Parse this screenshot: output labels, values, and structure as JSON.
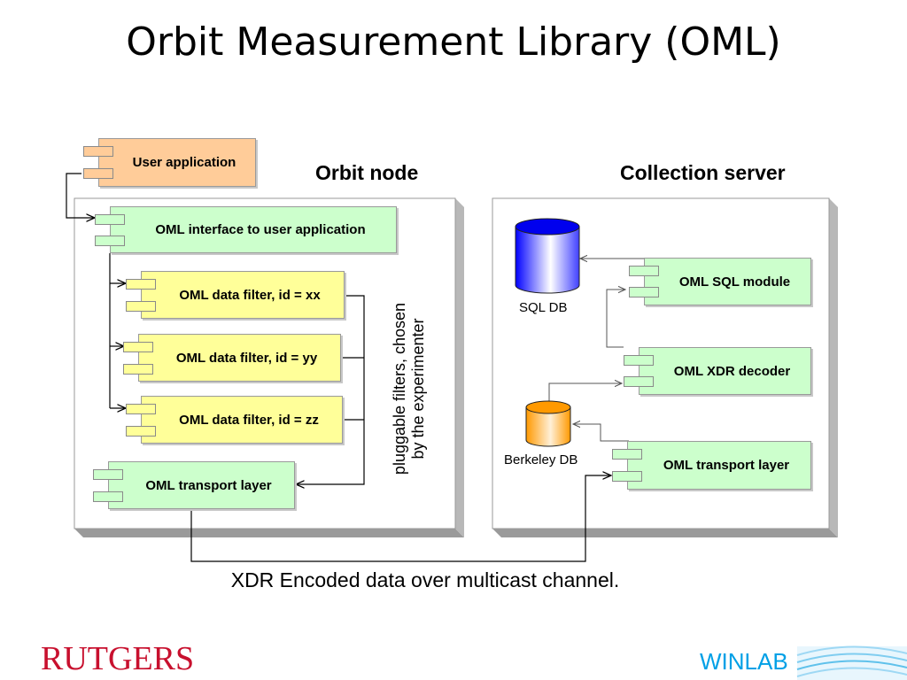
{
  "title": "Orbit Measurement Library (OML)",
  "orbit_node": {
    "heading": "Orbit node",
    "user_application": "User application",
    "interface": "OML interface to user application",
    "filters": [
      "OML data filter, id = xx",
      "OML data filter, id = yy",
      "OML data filter, id = zz"
    ],
    "transport": "OML transport layer",
    "filters_note_line1": "pluggable filters, chosen",
    "filters_note_line2": "by the experimenter"
  },
  "collection_server": {
    "heading": "Collection server",
    "sql_db": "SQL DB",
    "berkeley_db": "Berkeley DB",
    "sql_module": "OML SQL module",
    "xdr_decoder": "OML XDR decoder",
    "transport": "OML transport layer"
  },
  "caption": "XDR Encoded data over multicast channel.",
  "logo_rutgers": "RUTGERS",
  "logo_winlab": "WINLAB",
  "colors": {
    "component_green": "#ccffcc",
    "component_yellow": "#ffff99",
    "component_orange": "#ffcc99",
    "sql_db_blue": "#2020ff",
    "berkeley_db_orange": "#ff9900",
    "rutgers_red": "#c8102e",
    "winlab_blue": "#00a0e6"
  }
}
